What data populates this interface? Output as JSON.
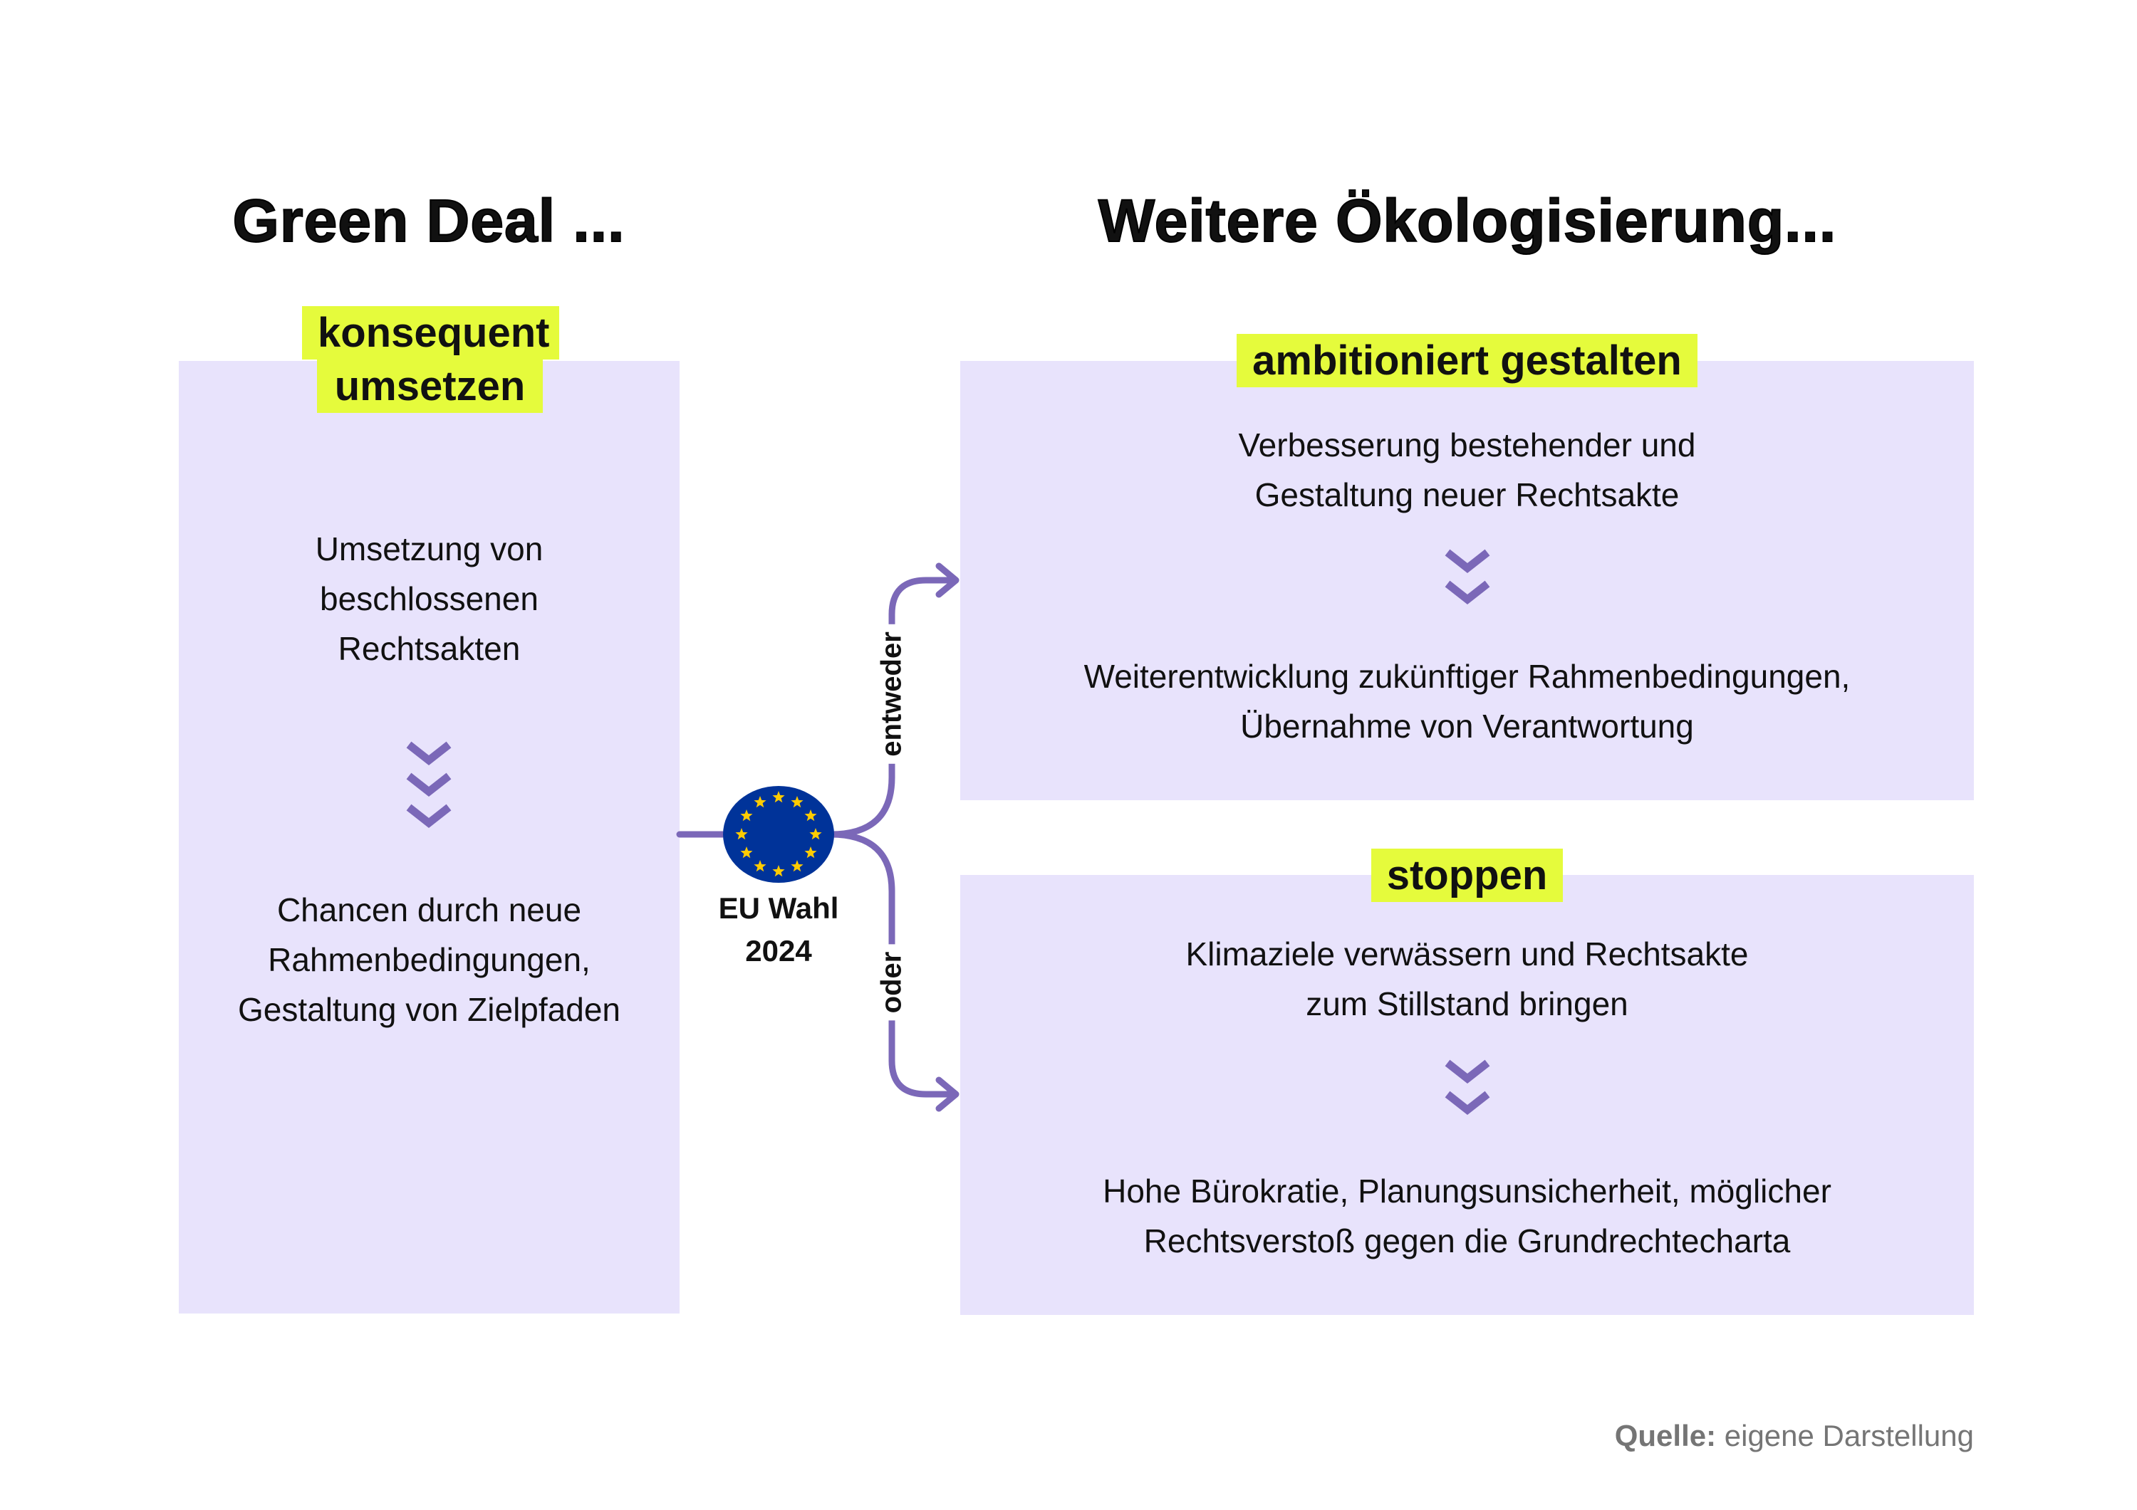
{
  "left": {
    "title": "Green Deal ...",
    "badge_line1": "konsequent",
    "badge_line2": "umsetzen",
    "text1": [
      "Umsetzung von",
      "beschlossenen",
      "Rechtsakten"
    ],
    "text2": [
      "Chancen durch neue",
      "Rahmenbedingungen,",
      "Gestaltung von Zielpfaden"
    ]
  },
  "right": {
    "title": "Weitere Ökologisierung...",
    "top": {
      "badge": "ambitioniert gestalten",
      "text1": [
        "Verbesserung bestehender und",
        "Gestaltung neuer Rechtsakte"
      ],
      "text2": [
        "Weiterentwicklung  zukünftiger Rahmenbedingungen,",
        "Übernahme von Verantwortung"
      ]
    },
    "bottom": {
      "badge": "stoppen",
      "text1": [
        "Klimaziele verwässern und Rechtsakte",
        "zum Stillstand bringen"
      ],
      "text2": [
        "Hohe Bürokratie,  Planungsunsicherheit, möglicher",
        "Rechtsverstoß gegen die Grundrechtecharta"
      ]
    }
  },
  "center": {
    "label_line1": "EU Wahl",
    "label_line2": "2024",
    "branch_top": "entweder",
    "branch_bottom": "oder",
    "icon": "eu-flag-icon"
  },
  "source": {
    "bold": "Quelle:",
    "text": " eigene Darstellung"
  },
  "colors": {
    "box": "#e8e3fc",
    "accent": "#7b68b8",
    "highlight": "#e5fb3c",
    "eu_blue": "#003399",
    "eu_star": "#ffcc00"
  }
}
